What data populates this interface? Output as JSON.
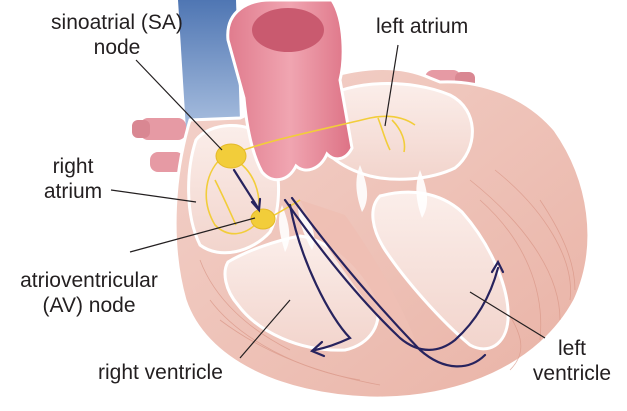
{
  "labels": {
    "sa_node_line1": "sinoatrial (SA)",
    "sa_node_line2": "node",
    "left_atrium": "left atrium",
    "right_atrium_line1": "right",
    "right_atrium_line2": "atrium",
    "av_node_line1": "atrioventricular",
    "av_node_line2": "(AV) node",
    "right_ventricle": "right ventricle",
    "left_ventricle_line1": "left",
    "left_ventricle_line2": "ventricle"
  },
  "colors": {
    "tissue_light": "#f6dcd6",
    "tissue_mid": "#eebfb4",
    "tissue_dark": "#e2a596",
    "vessel_pink": "#e8899a",
    "vessel_blue": "#6f93c6",
    "node_yellow": "#f2cd3a",
    "pathway_navy": "#27235e",
    "label_text": "#231f20",
    "leader_line": "#231f20"
  }
}
